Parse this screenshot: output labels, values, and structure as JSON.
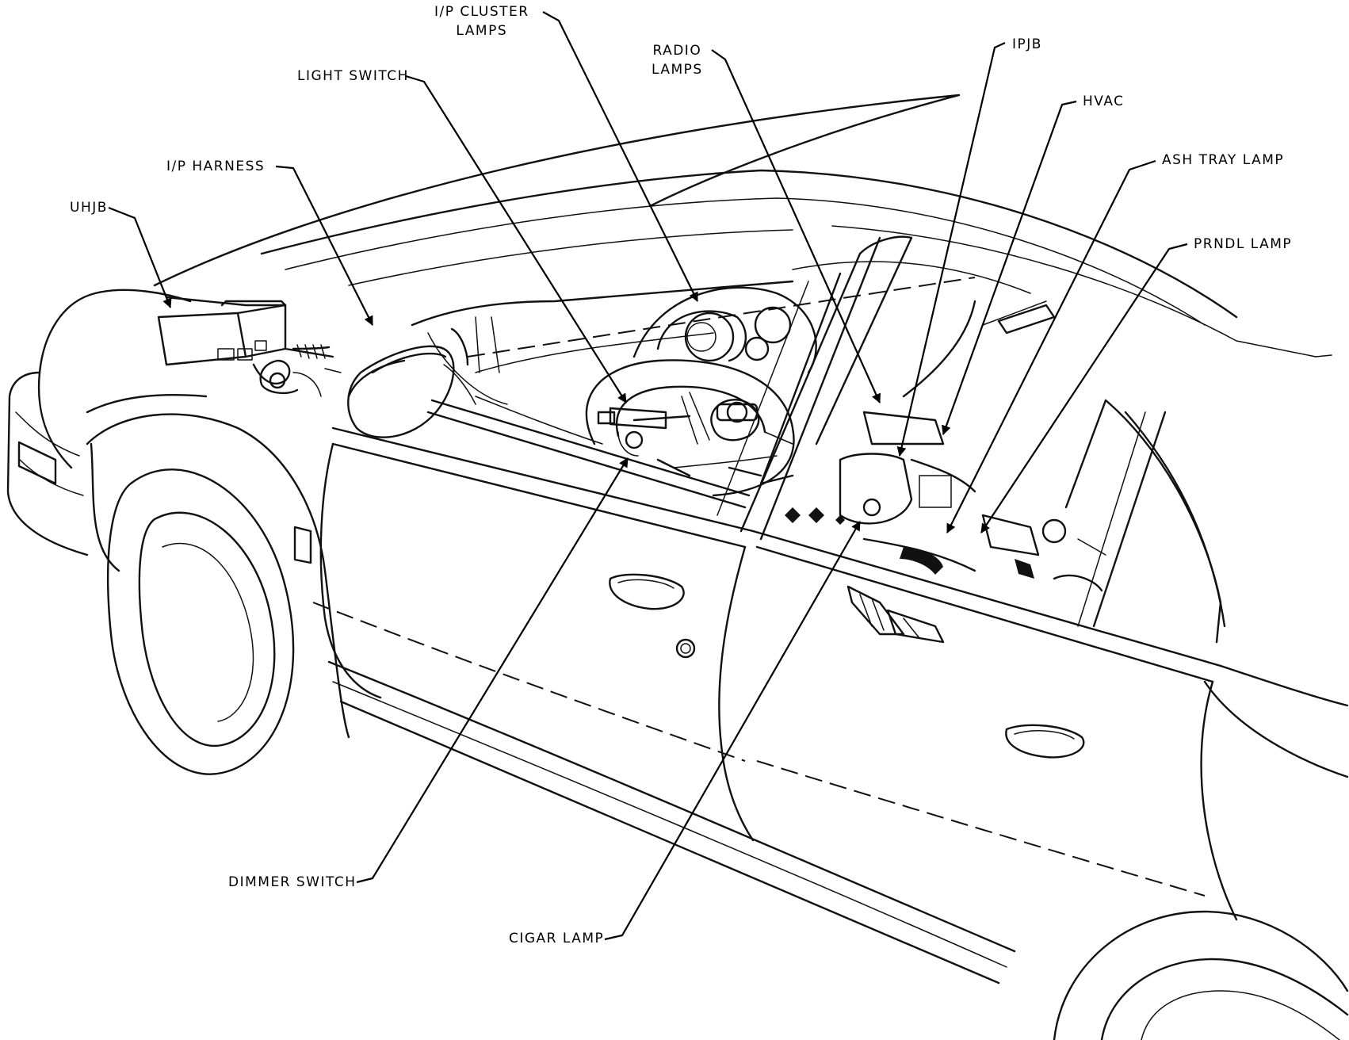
{
  "labels": {
    "ip_cluster_lamps": [
      "I/P CLUSTER",
      "LAMPS"
    ],
    "radio_lamps": [
      "RADIO",
      "LAMPS"
    ],
    "ipjb": "IPJB",
    "light_switch": "LIGHT SWITCH",
    "hvac": "HVAC",
    "ash_tray_lamp": "ASH TRAY LAMP",
    "ip_harness": "I/P HARNESS",
    "uhjb": "UHJB",
    "prndl_lamp": "PRNDL LAMP",
    "dimmer_switch": "DIMMER SWITCH",
    "cigar_lamp": "CIGAR LAMP"
  },
  "colors": {
    "ink": "#111111",
    "background": "#ffffff"
  }
}
